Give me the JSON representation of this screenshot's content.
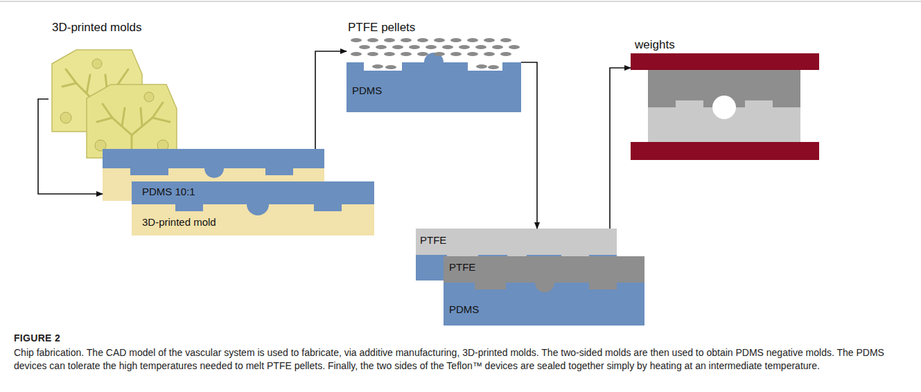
{
  "diagram": {
    "title": "FIGURE 2",
    "caption": "Chip fabrication. The CAD model of the vascular system is used to fabricate, via additive manufacturing, 3D-printed molds. The two-sided molds are then used to obtain PDMS negative molds. The PDMS devices can tolerate the high temperatures needed to melt PTFE pellets. Finally, the two sides of the Teflon™ devices are sealed together simply by heating at an intermediate temperature.",
    "nodes": [
      {
        "text": [
          "3D-printed molds"
        ]
      },
      {
        "text": [
          "PDMS 10:1",
          "3D-printed mold"
        ]
      },
      {
        "text": [
          "PTFE pellets",
          "PDMS"
        ]
      },
      {
        "text": [
          "PTFE",
          "PTFE",
          "PDMS"
        ]
      },
      {
        "text": [
          "weights"
        ]
      }
    ],
    "edges": [
      {
        "from": 0,
        "to": 1,
        "arrow": "to"
      },
      {
        "from": 1,
        "to": 2,
        "arrow": "to"
      },
      {
        "from": 2,
        "to": 3,
        "arrow": "to"
      },
      {
        "from": 3,
        "to": 4,
        "arrow": "to"
      }
    ]
  }
}
